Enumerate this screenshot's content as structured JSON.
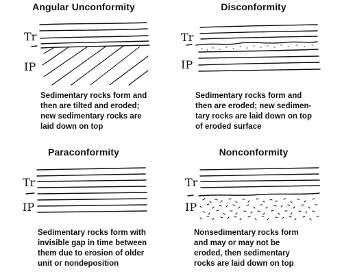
{
  "panels": [
    {
      "id": "angular",
      "title": "Angular Unconformity",
      "upper_unit": "Tr",
      "lower_unit": "IP",
      "caption": "Sedimentary rocks form and\nthen are tilted and eroded;\nnew sedimentary rocks are\nlaid down on top"
    },
    {
      "id": "disconformity",
      "title": "Disconformity",
      "upper_unit": "Tr",
      "lower_unit": "IP",
      "caption": "Sedimentary rocks form and\nthen are eroded; new sedimen-\ntary rocks are laid down on top\nof eroded surface"
    },
    {
      "id": "paraconformity",
      "title": "Paraconformity",
      "upper_unit": "Tr",
      "lower_unit": "IP",
      "caption": "Sedimentary rocks form with\ninvisible gap in time between\nthem due to erosion of older\nunit or nondeposition"
    },
    {
      "id": "nonconformity",
      "title": "Nonconformity",
      "upper_unit": "Tr",
      "lower_unit": "IP",
      "caption": "Nonsedimentary rocks form\nand may or may not be\neroded, then sedimentary\nrocks are laid down on top"
    }
  ]
}
